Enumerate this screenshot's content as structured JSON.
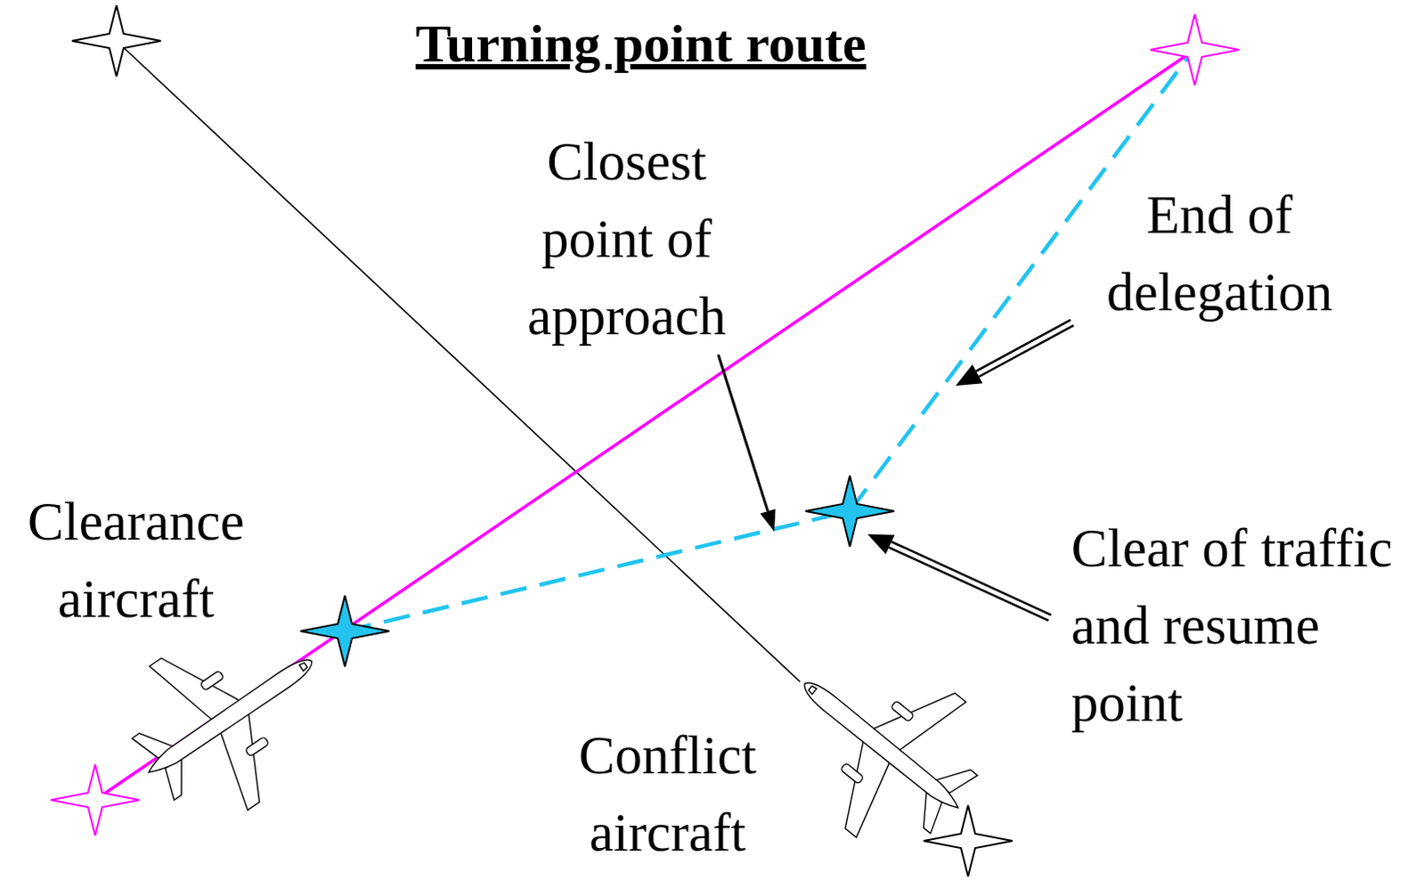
{
  "diagram": {
    "title": "Turning point route",
    "labels": [
      "Closest point of approach",
      "End of delegation",
      "Clearance aircraft",
      "Clear of traffic and resume point",
      "Conflict aircraft"
    ]
  }
}
